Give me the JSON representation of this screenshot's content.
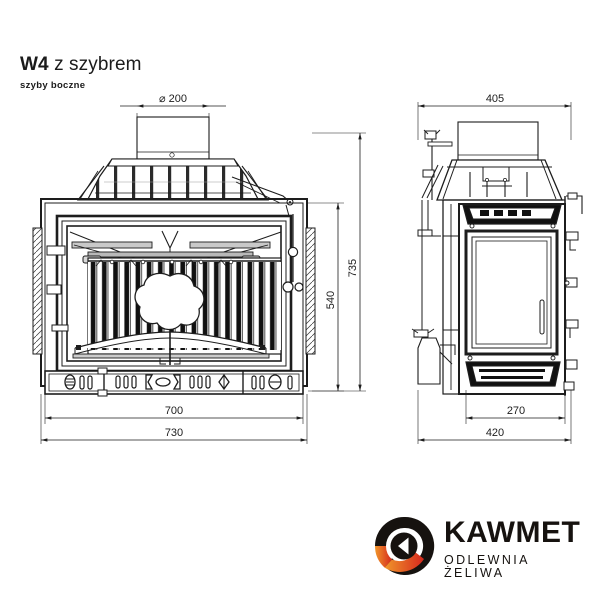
{
  "document": {
    "title_model": "W4",
    "title_variant": " z szybrem",
    "subtitle": "szyby boczne",
    "background_color": "#ffffff",
    "line_color": "#1d1d1d"
  },
  "dimensions": {
    "front_flue_diameter": "⌀ 200",
    "front_width_inner": "700",
    "front_width_outer": "730",
    "front_height_total": "735",
    "front_height_body": "540",
    "side_width_top": "405",
    "side_depth_inner": "270",
    "side_depth_outer": "420"
  },
  "views": {
    "front": {
      "name": "front-elevation"
    },
    "side": {
      "name": "side-elevation"
    }
  },
  "brand": {
    "name": "KAWMET",
    "tagline": "ODLEWNIA ŻELIWA",
    "mark_ring_color": "#16120f",
    "mark_accent_start": "#f0962a",
    "mark_accent_end": "#d6281e"
  }
}
